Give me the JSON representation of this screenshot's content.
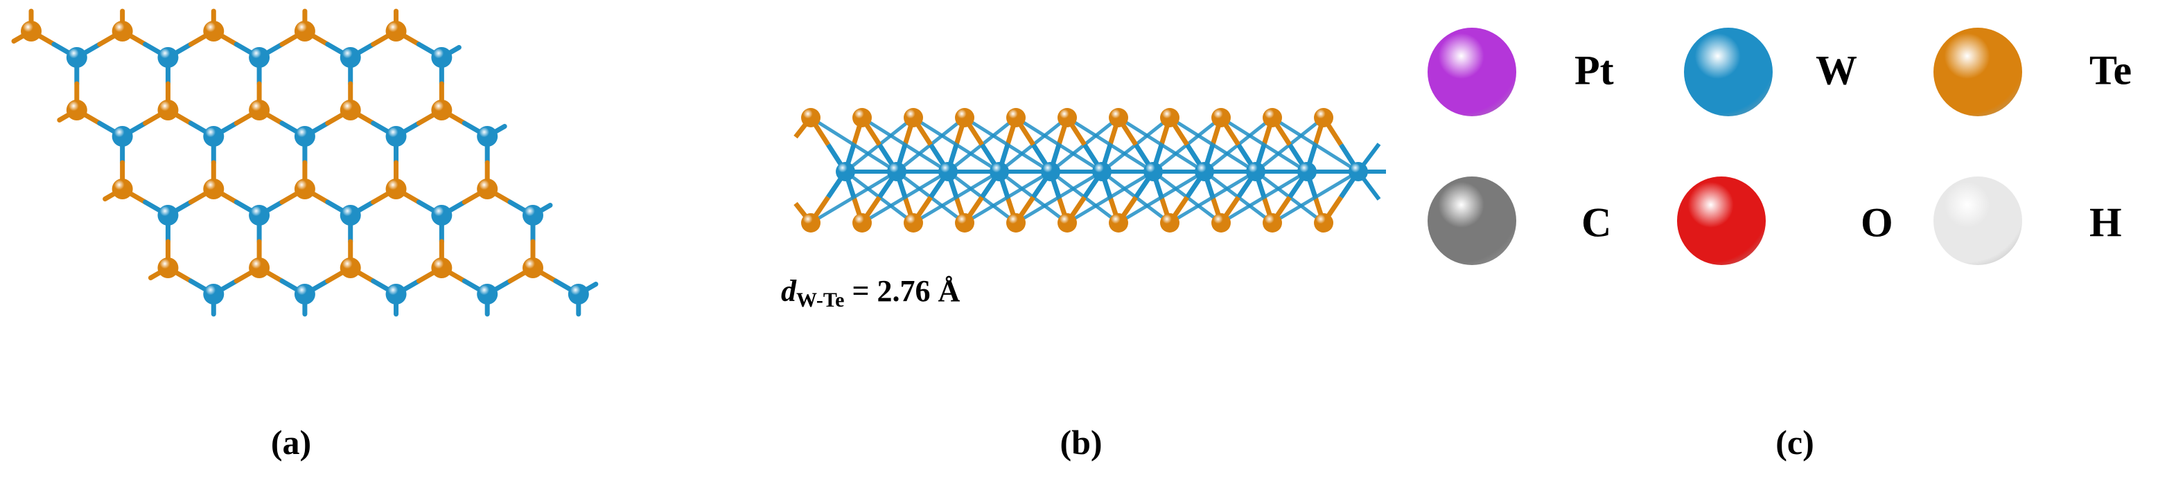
{
  "captions": {
    "a": "(a)",
    "b": "(b)",
    "c": "(c)"
  },
  "bond_length": {
    "symbol": "d",
    "subscript": "W-Te",
    "value_text": " = 2.76 Å"
  },
  "colors": {
    "W": "#1f8fc6",
    "Te": "#d9820f",
    "Pt": "#b436d9",
    "C": "#7a7a7a",
    "O": "#e01818",
    "H": "#e8e8e8"
  },
  "legend": [
    {
      "element": "Pt",
      "label": "Pt"
    },
    {
      "element": "W",
      "label": "W"
    },
    {
      "element": "Te",
      "label": "Te"
    },
    {
      "element": "C",
      "label": "C"
    },
    {
      "element": "O",
      "label": "O"
    },
    {
      "element": "H",
      "label": "H"
    }
  ]
}
